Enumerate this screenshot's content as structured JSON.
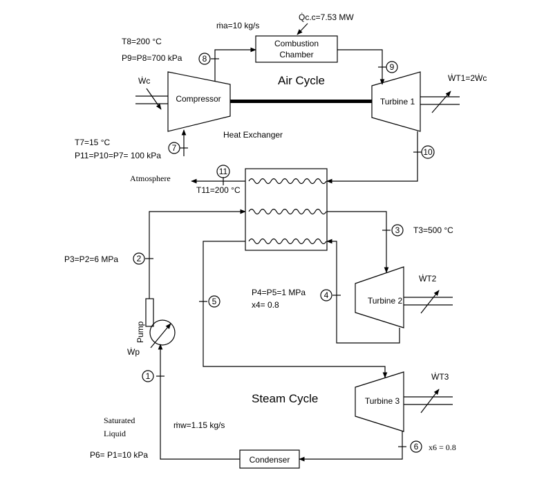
{
  "air": {
    "mass_flow": "ṁa=10 kg/s",
    "q_cc": "Q̇c.c=7.53 MW",
    "combustion_line1": "Combustion",
    "combustion_line2": "Chamber",
    "t8": "T8=200 °C",
    "p9": "P9=P8=700 kPa",
    "wc": "Ẇc",
    "compressor": "Compressor",
    "title": "Air Cycle",
    "turbine1": "Turbine 1",
    "wt1": "ẆT1=2Ẇc",
    "hx": "Heat Exchanger",
    "t7": "T7=15 °C",
    "p11": "P11=P10=P7= 100 kPa",
    "atmosphere": "Atmosphere",
    "t11": "T11=200 °C"
  },
  "steam": {
    "t3": "T3=500 °C",
    "p3": "P3=P2=6 MPa",
    "p4": "P4=P5=1 MPa",
    "x4": "x4= 0.8",
    "turbine2": "Turbine 2",
    "wt2": "ẆT2",
    "pump": "Pump",
    "wp": "Ẇp",
    "wt3": "ẆT3",
    "turbine3": "Turbine 3",
    "title": "Steam Cycle",
    "sat1": "Saturated",
    "sat2": "Liquid",
    "mw": "ṁw=1.15 kg/s",
    "p6": "P6= P1=10 kPa",
    "condenser": "Condenser",
    "x6": "x6 = 0.8"
  },
  "states": [
    "1",
    "2",
    "3",
    "4",
    "5",
    "6",
    "7",
    "8",
    "9",
    "10",
    "11"
  ]
}
